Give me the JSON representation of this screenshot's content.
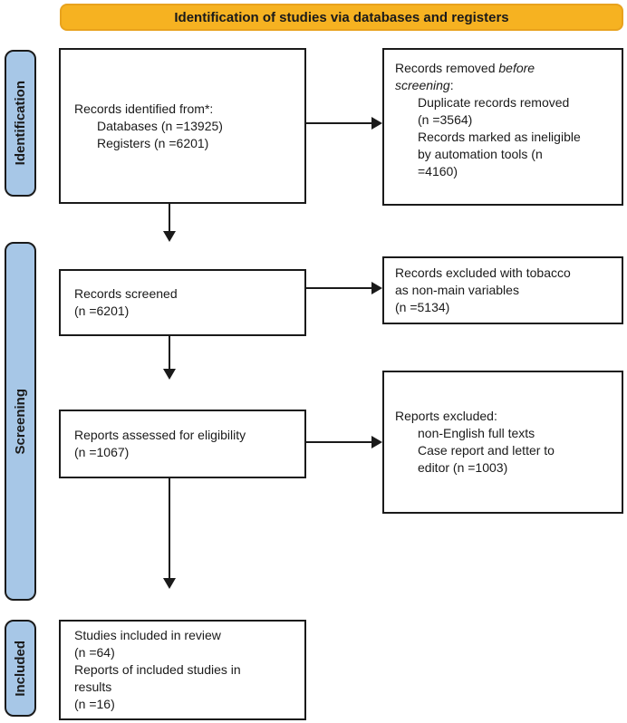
{
  "banner": {
    "label": "Identification of studies via databases and registers"
  },
  "colors": {
    "banner_fill": "#F6B221",
    "banner_border": "#E8A21D",
    "sidebar_fill": "#A7C7E7",
    "line_color": "#1A1A1A",
    "text_color": "#1A1A1A"
  },
  "sidebars": {
    "identification": "Identification",
    "screening": "Screening",
    "included": "Included"
  },
  "boxes": {
    "identified": {
      "lines": [
        {
          "t": "Records identified from*:"
        },
        {
          "t": "Databases (n =13925)",
          "ind": true
        },
        {
          "t": "Registers (n =6201)",
          "ind": true
        }
      ]
    },
    "removed_before_screening": {
      "lines": [
        {
          "parts": [
            {
              "t": "Records removed "
            },
            {
              "t": "before",
              "i": true
            }
          ]
        },
        {
          "parts": [
            {
              "t": "screening",
              "i": true
            },
            {
              "t": ":"
            }
          ]
        },
        {
          "t": "Duplicate records removed",
          "ind": true
        },
        {
          "t": "(n =3564)",
          "ind": true
        },
        {
          "t": "Records marked as ineligible",
          "ind": true
        },
        {
          "t": "by automation tools (n",
          "ind": true
        },
        {
          "t": "=4160)",
          "ind": true
        }
      ]
    },
    "screened": {
      "lines": [
        {
          "t": "Records screened"
        },
        {
          "t": "(n =6201)"
        }
      ]
    },
    "excluded_tobacco": {
      "lines": [
        {
          "t": "Records excluded with tobacco"
        },
        {
          "t": "as non-main variables"
        },
        {
          "t": "(n =5134)"
        }
      ]
    },
    "assessed": {
      "lines": [
        {
          "t": "Reports assessed for eligibility"
        },
        {
          "t": "(n =1067)"
        }
      ]
    },
    "reports_excluded": {
      "lines": [
        {
          "t": "Reports excluded:"
        },
        {
          "t": "non-English full texts",
          "ind": true
        },
        {
          "t": "Case report and letter to",
          "ind": true
        },
        {
          "t": "editor (n =1003)",
          "ind": true
        }
      ]
    },
    "included_studies": {
      "lines": [
        {
          "t": "Studies included in review"
        },
        {
          "t": "(n =64)"
        },
        {
          "t": "Reports of included studies in"
        },
        {
          "t": "results"
        },
        {
          "t": "(n =16)"
        }
      ]
    }
  }
}
